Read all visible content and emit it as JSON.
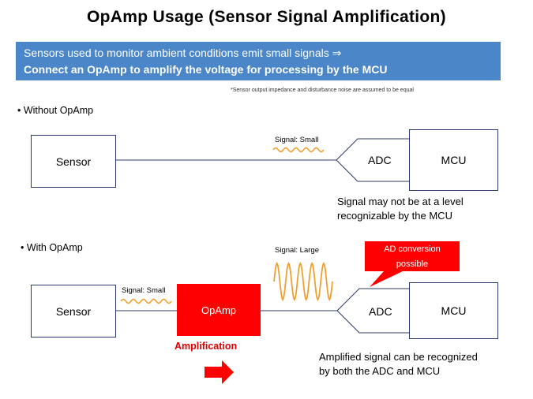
{
  "title": "OpAmp Usage (Sensor Signal Amplification)",
  "banner": {
    "line1": "Sensors used to monitor ambient conditions emit small signals ⇒",
    "line2": "Connect an OpAmp to amplify the voltage for processing by the MCU"
  },
  "footnote": "*Sensor output impedance and disturbance noise are assumed to be equal",
  "without": {
    "heading": "• Without OpAmp",
    "sensor": "Sensor",
    "signal_label": "Signal: Small",
    "adc": "ADC",
    "mcu": "MCU",
    "caption_line1": "Signal may not be at a level",
    "caption_line2": "recognizable by the MCU"
  },
  "with": {
    "heading": "• With OpAmp",
    "sensor": "Sensor",
    "signal_small_label": "Signal: Small",
    "opamp": "OpAmp",
    "amplification": "Amplification",
    "signal_large_label": "Signal: Large",
    "callout_line1": "AD conversion",
    "callout_line2": "possible",
    "adc": "ADC",
    "mcu": "MCU",
    "caption_line1": "Amplified signal can be recognized",
    "caption_line2": "by both the ADC and MCU"
  },
  "colors": {
    "banner": "#4a86c8",
    "wave": "#f0a030",
    "accent_red": "#ff0000",
    "box_border": "#2b3a6e"
  }
}
